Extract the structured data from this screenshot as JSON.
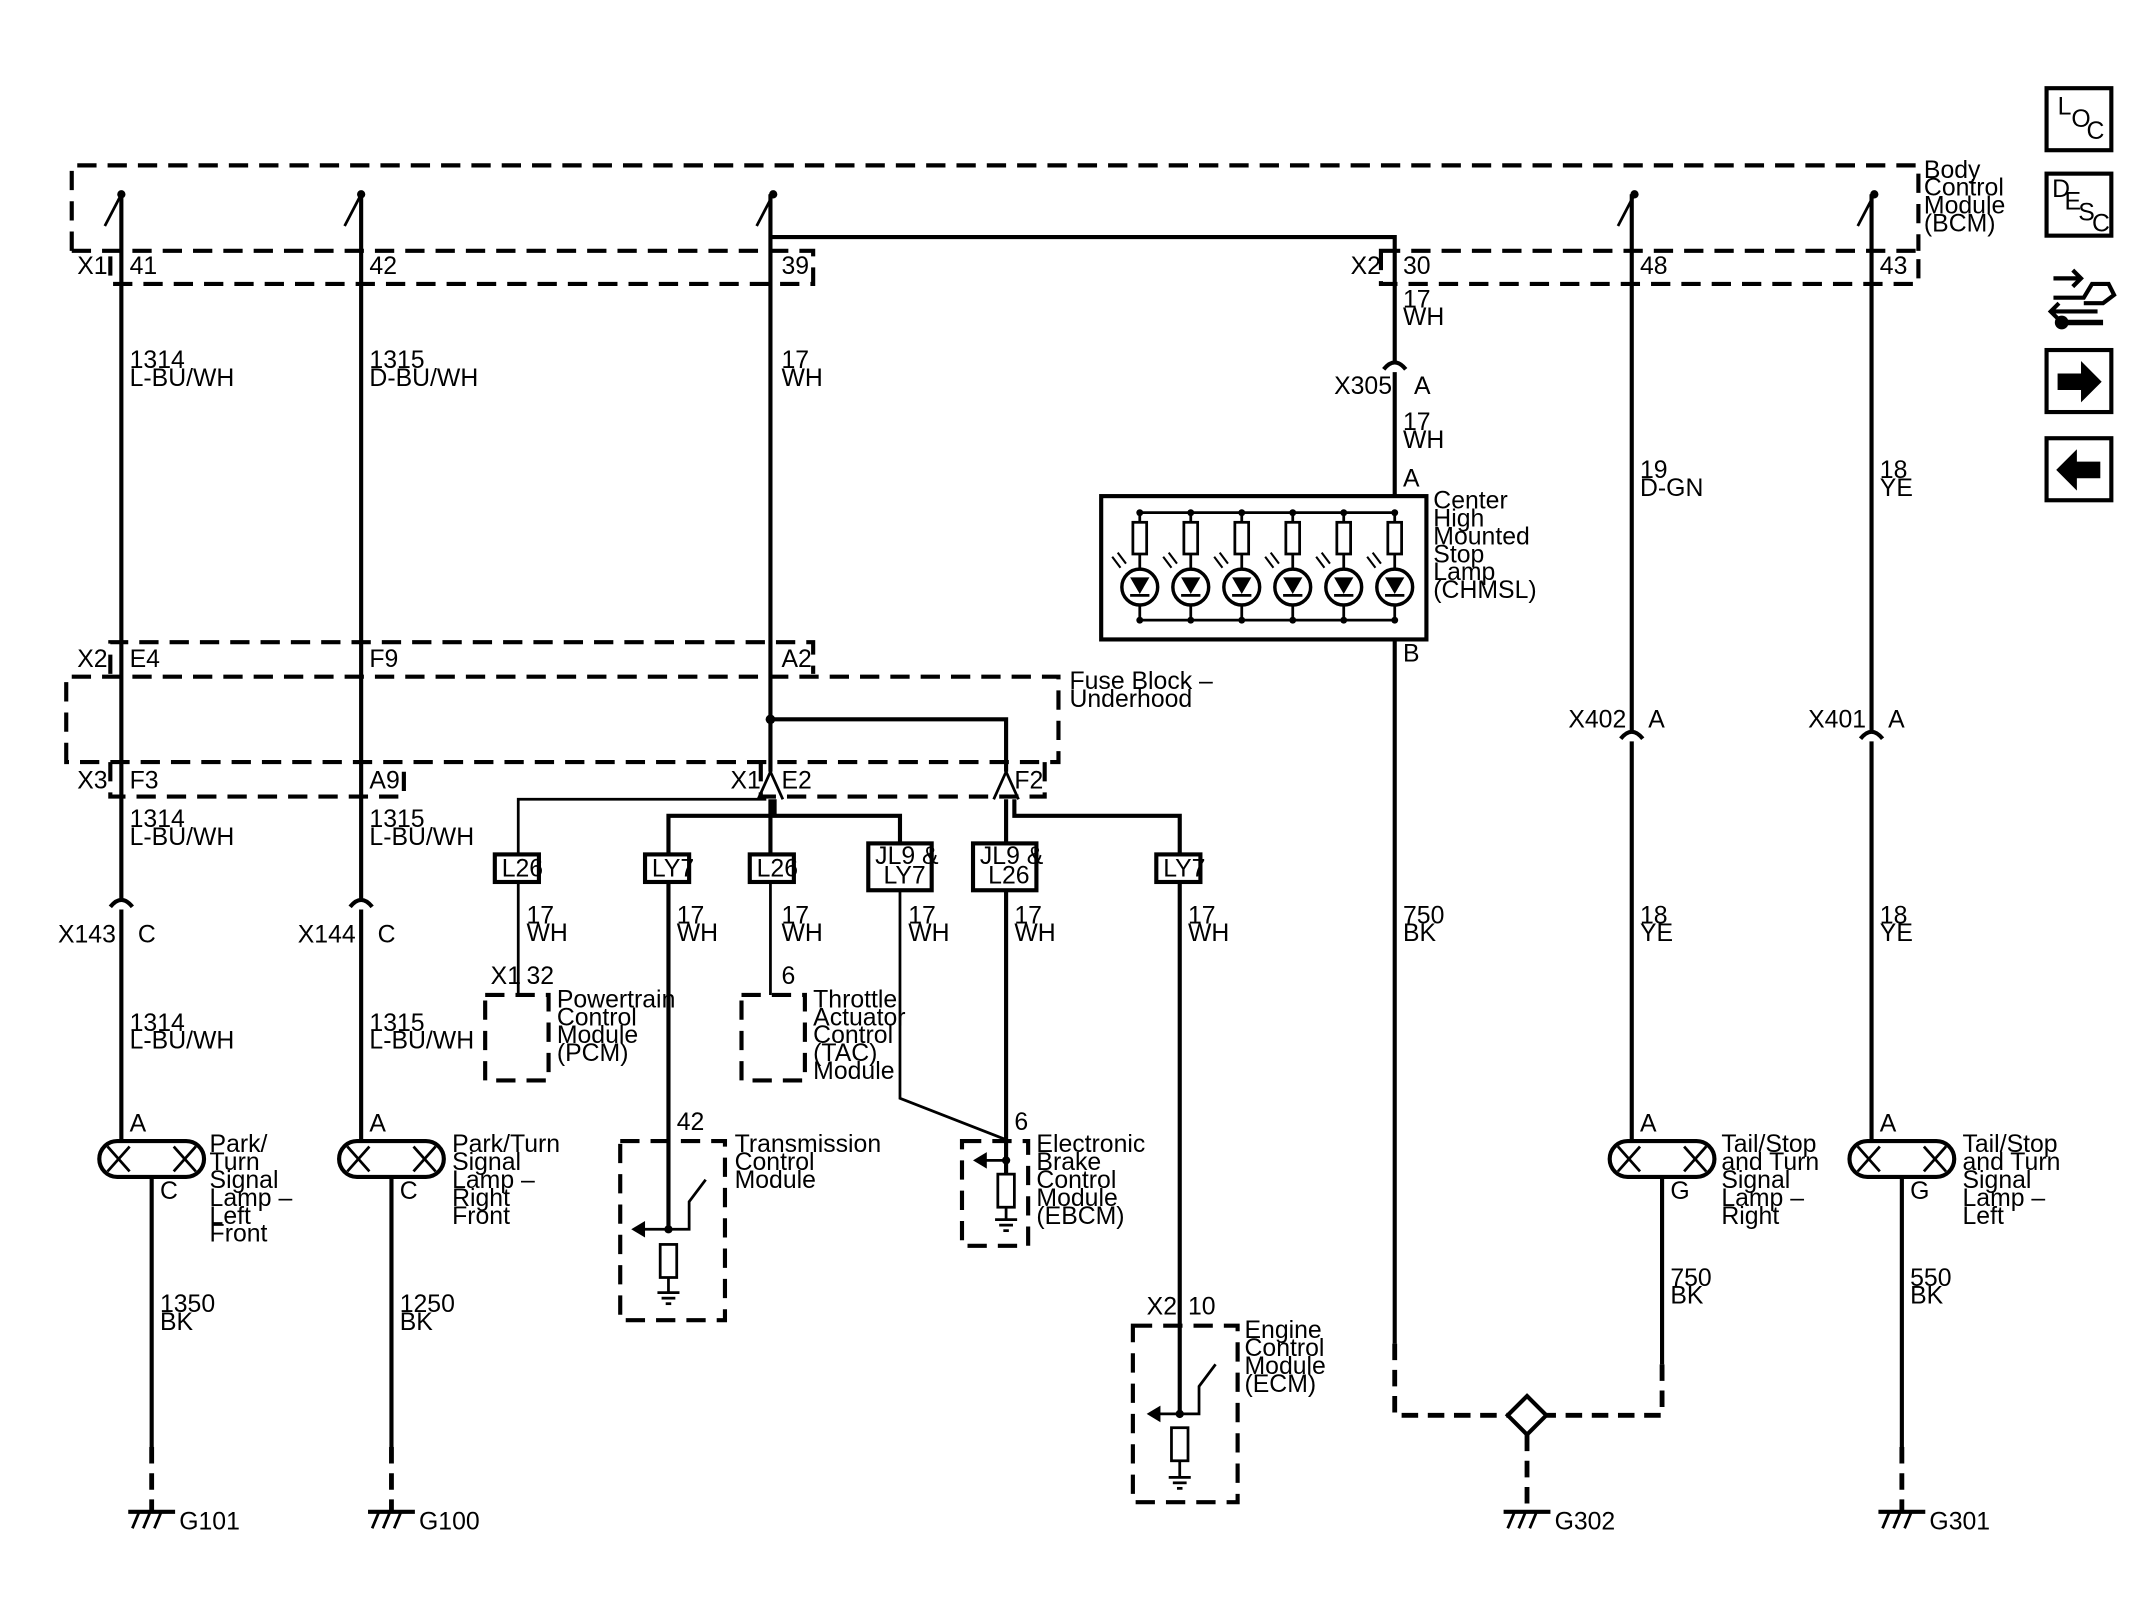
{
  "modules": {
    "bcm": [
      "Body",
      "Control",
      "Module",
      "(BCM)"
    ],
    "fuse": [
      "Fuse Block –",
      "Underhood"
    ],
    "chmsl": [
      "Center",
      "High",
      "Mounted",
      "Stop",
      "Lamp",
      "(CHMSL)"
    ],
    "pcm": [
      "Powertrain",
      "Control",
      "Module",
      "(PCM)"
    ],
    "tac": [
      "Throttle",
      "Actuator",
      "Control",
      "(TAC)",
      "Module"
    ],
    "tcm": [
      "Transmission",
      "Control",
      "Module"
    ],
    "ebcm": [
      "Electronic",
      "Brake",
      "Control",
      "Module",
      "(EBCM)"
    ],
    "ecm": [
      "Engine",
      "Control",
      "Module",
      "(ECM)"
    ],
    "lamp_lf": [
      "Park/",
      "Turn",
      "Signal",
      "Lamp –",
      "Left",
      "Front"
    ],
    "lamp_rf": [
      "Park/Turn",
      "Signal",
      "Lamp –",
      "Right",
      "Front"
    ],
    "lamp_rr": [
      "Tail/Stop",
      "and Turn",
      "Signal",
      "Lamp –",
      "Right"
    ],
    "lamp_lr": [
      "Tail/Stop",
      "and Turn",
      "Signal",
      "Lamp –",
      "Left"
    ]
  },
  "connectors": {
    "x1": "X1",
    "x2": "X2",
    "x3": "X3",
    "x143": "X143",
    "x144": "X144",
    "x305": "X305",
    "x402": "X402",
    "x401": "X401"
  },
  "pins": {
    "bcm41": "41",
    "bcm42": "42",
    "bcm39": "39",
    "bcm30": "30",
    "bcm48": "48",
    "bcm43": "43",
    "e4": "E4",
    "f9": "F9",
    "a2": "A2",
    "f3": "F3",
    "a9": "A9",
    "e2": "E2",
    "f2": "F2",
    "a": "A",
    "b": "B",
    "c": "C",
    "g": "G",
    "pcm32": "32",
    "tac6": "6",
    "tcm42": "42",
    "ebcm6": "6",
    "ecm10": "10"
  },
  "wires": {
    "c1314": "1314",
    "c1315": "1315",
    "c17": "17",
    "c19": "19",
    "c18": "18",
    "c750": "750",
    "c1350": "1350",
    "c1250": "1250",
    "c550": "550",
    "lbuwh": "L-BU/WH",
    "dbuwh": "D-BU/WH",
    "wh": "WH",
    "dgn": "D-GN",
    "ye": "YE",
    "bk": "BK"
  },
  "options": {
    "l26": "L26",
    "ly7": "LY7",
    "jl9ly7": [
      "JL9 &",
      "LY7"
    ],
    "jl9l26": [
      "JL9 &",
      "L26"
    ]
  },
  "grounds": {
    "g101": "G101",
    "g100": "G100",
    "g302": "G302",
    "g301": "G301"
  },
  "nav": {
    "loc": [
      "L",
      "O",
      "C"
    ],
    "desc": [
      "D",
      "E",
      "S",
      "C"
    ]
  }
}
